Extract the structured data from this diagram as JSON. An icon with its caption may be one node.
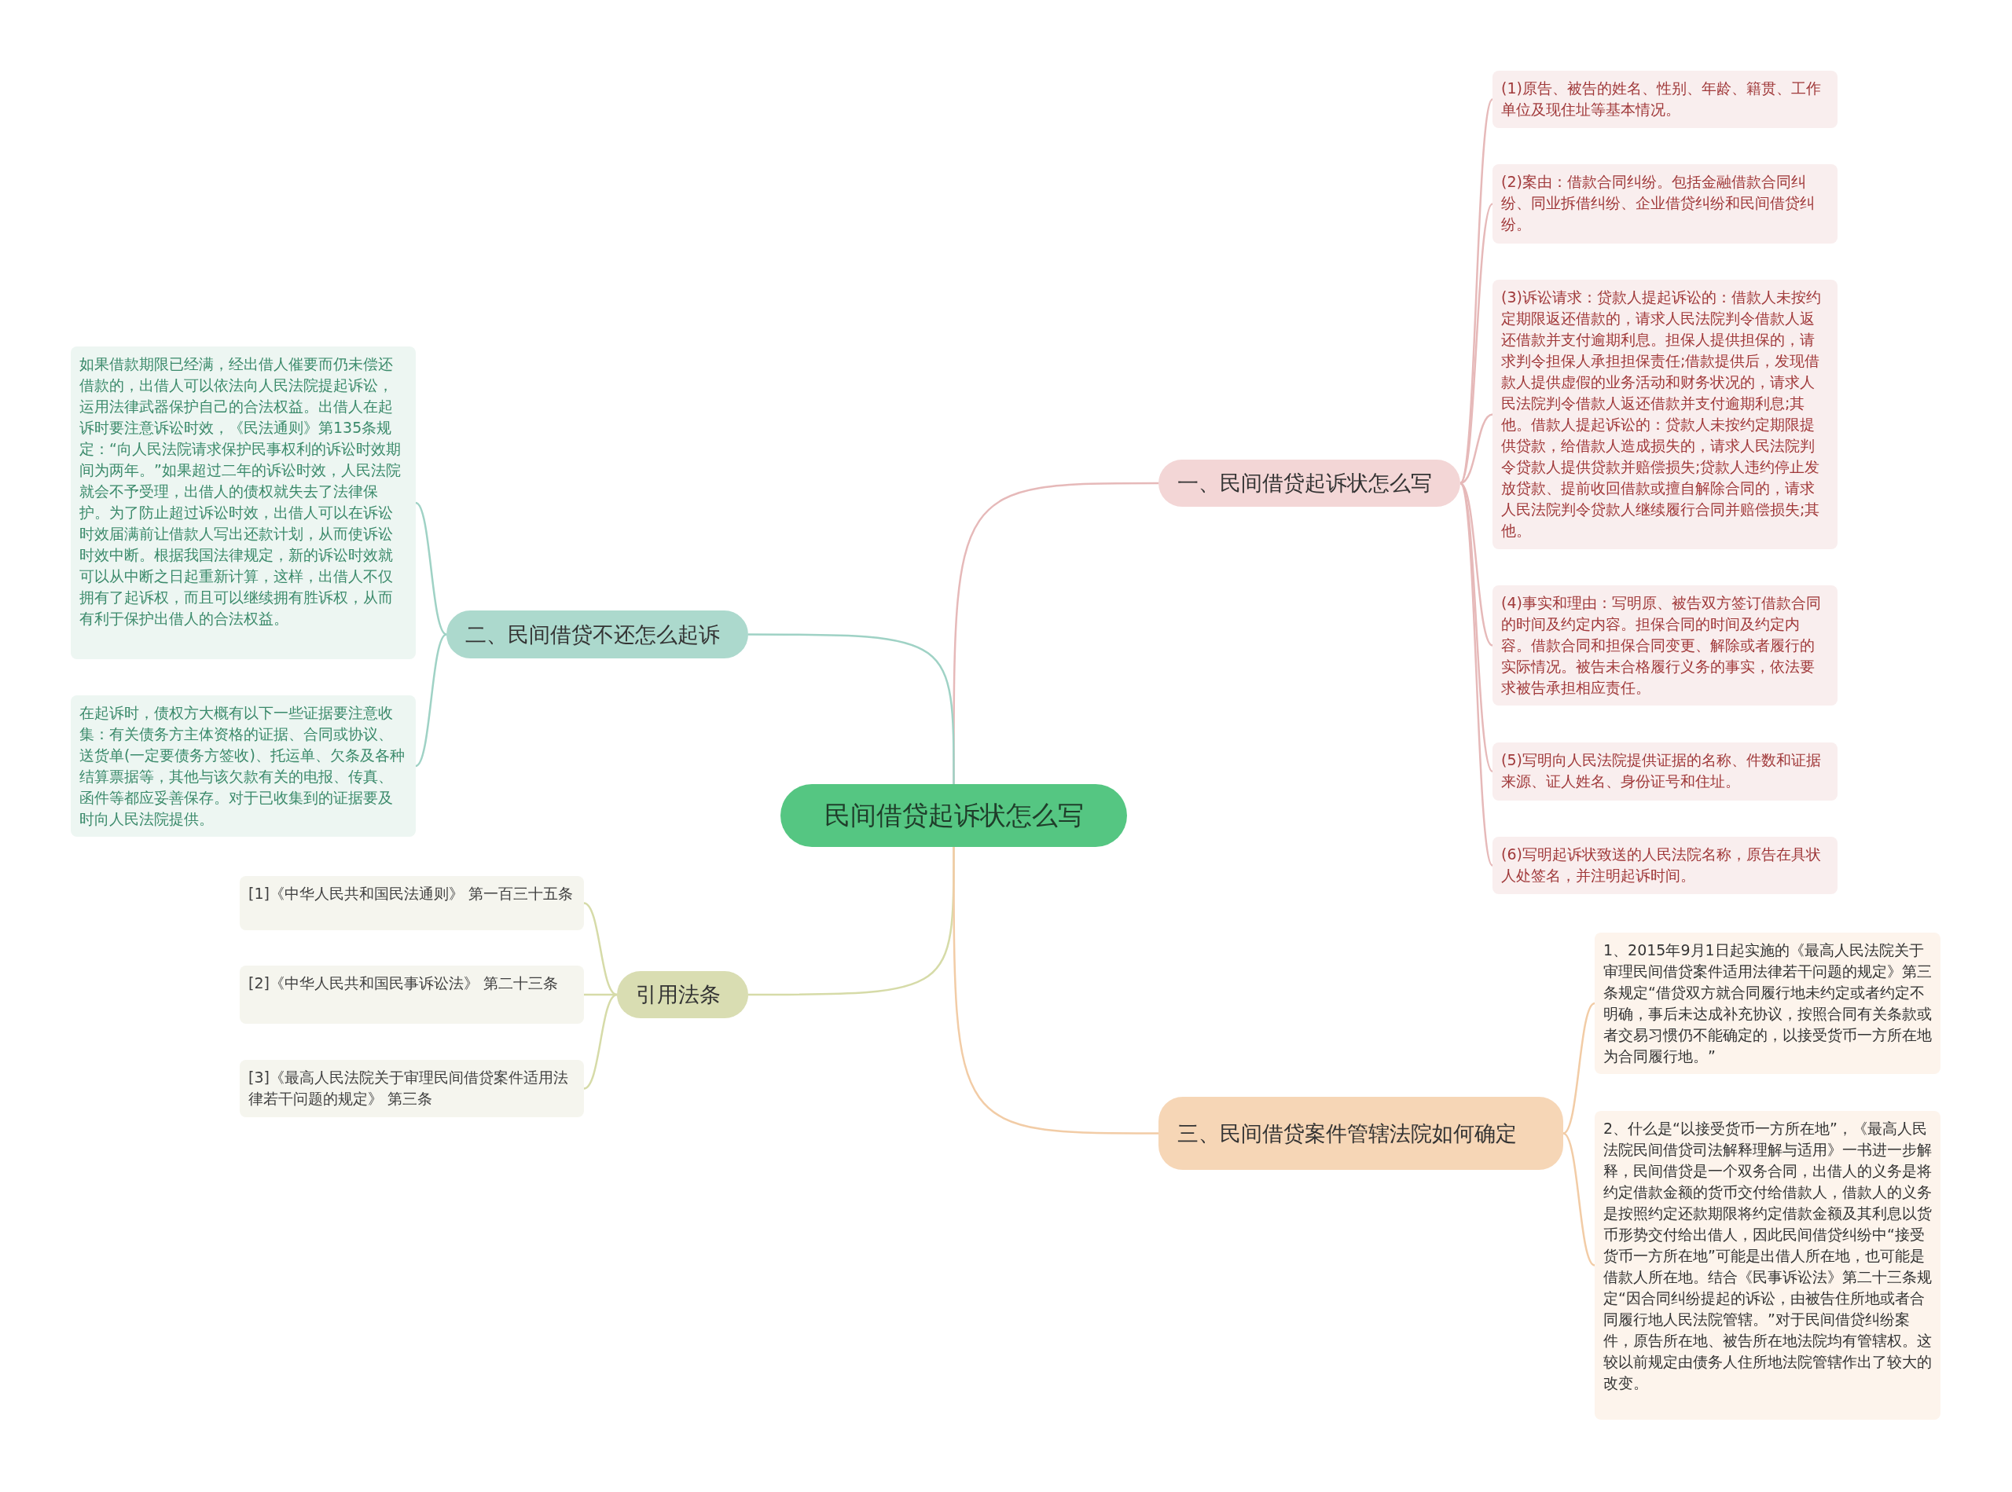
{
  "diagram": {
    "nodes": [
      {
        "text": [
          "民间借贷起诉状怎么写"
        ]
      },
      {
        "text": [
          "一、民间借贷起诉状怎么写"
        ]
      },
      {
        "text": [
          "(1)原告、被告的姓名、性别、年龄、籍贯、工作单位及现住址等基本情况。"
        ]
      },
      {
        "text": [
          "(2)案由：借款合同纠纷。包括金融借款合同纠纷、同业拆借纠纷、企业借贷纠纷和民间借贷纠纷。"
        ]
      },
      {
        "text": [
          "(3)诉讼请求：贷款人提起诉讼的：借款人未按约定期限返还借款的，请求人民法院判令借款人返还借款并支付逾期利息。担保人提供担保的，请求判令担保人承担担保责任;借款提供后，发现借款人提供虚假的业务活动和财务状况的，请求人民法院判令借款人返还借款并支付逾期利息;其他。借款人提起诉讼的：贷款人未按约定期限提供贷款，给借款人造成损失的，请求人民法院判令贷款人提供贷款并赔偿损失;贷款人违约停止发放贷款、提前收回借款或擅自解除合同的，请求人民法院判令贷款人继续履行合同并赔偿损失;其他。"
        ]
      },
      {
        "text": [
          "(4)事实和理由：写明原、被告双方签订借款合同的时间及约定内容。担保合同的时间及约定内容。借款合同和担保合同变更、解除或者履行的实际情况。被告未合格履行义务的事实，依法要求被告承担相应责任。"
        ]
      },
      {
        "text": [
          "(5)写明向人民法院提供证据的名称、件数和证据来源、证人姓名、身份证号和住址。"
        ]
      },
      {
        "text": [
          "(6)写明起诉状致送的人民法院名称，原告在具状人处签名，并注明起诉时间。"
        ]
      },
      {
        "text": [
          "二、民间借贷不还怎么起诉"
        ]
      },
      {
        "text": [
          "如果借款期限已经满，经出借人催要而仍未偿还借款的，出借人可以依法向人民法院提起诉讼，运用法律武器保护自己的合法权益。出借人在起诉时要注意诉讼时效，《民法通则》第135条规定：“向人民法院请求保护民事权利的诉讼时效期间为两年。”如果超过二年的诉讼时效，人民法院就会不予受理，出借人的债权就失去了法律保护。为了防止超过诉讼时效，出借人可以在诉讼时效届满前让借款人写出还款计划，从而使诉讼时效中断。根据我国法律规定，新的诉讼时效就可以从中断之日起重新计算，这样，出借人不仅拥有了起诉权，而且可以继续拥有胜诉权，从而有利于保护出借人的合法权益。"
        ]
      },
      {
        "text": [
          "在起诉时，债权方大概有以下一些证据要注意收集：有关债务方主体资格的证据、合同或协议、送货单(一定要债务方签收)、托运单、欠条及各种结算票据等，其他与该欠款有关的电报、传真、函件等都应妥善保存。对于已收集到的证据要及时向人民法院提供。"
        ]
      },
      {
        "text": [
          "引用法条"
        ]
      },
      {
        "text": [
          "[1]《中华人民共和国民法通则》 第一百三十五条"
        ]
      },
      {
        "text": [
          "[2]《中华人民共和国民事诉讼法》 第二十三条"
        ]
      },
      {
        "text": [
          "[3]《最高人民法院关于审理民间借贷案件适用法律若干问题的规定》 第三条"
        ]
      },
      {
        "text": [
          "三、民间借贷案件管辖法院如何确定"
        ]
      },
      {
        "text": [
          "1、2015年9月1日起实施的《最高人民法院关于审理民间借贷案件适用法律若干问题的规定》第三条规定“借贷双方就合同履行地未约定或者约定不明确，事后未达成补充协议，按照合同有关条款或者交易习惯仍不能确定的，以接受货币一方所在地为合同履行地。”"
        ]
      },
      {
        "text": [
          "2、什么是“以接受货币一方所在地”，《最高人民法院民间借贷司法解释理解与适用》一书进一步解释，民间借贷是一个双务合同，出借人的义务是将约定借款金额的货币交付给借款人，借款人的义务是按照约定还款期限将约定借款金额及其利息以货币形势交付给出借人，因此民间借贷纠纷中“接受货币一方所在地”可能是出借人所在地，也可能是借款人所在地。结合《民事诉讼法》第二十三条规定“因合同纠纷提起的诉讼，由被告住所地或者合同履行地人民法院管辖。”对于民间借贷纠纷案件，原告所在地、被告所在地法院均有管辖权。这较以前规定由债务人住所地法院管辖作出了较大的改变。"
        ]
      }
    ],
    "edges": [
      {
        "from": 0,
        "to": 1,
        "arrow": "none",
        "color": "#e6b9b9"
      },
      {
        "from": 1,
        "to": 2,
        "arrow": "none",
        "color": "#e6b9b9"
      },
      {
        "from": 1,
        "to": 3,
        "arrow": "none",
        "color": "#e6b9b9"
      },
      {
        "from": 1,
        "to": 4,
        "arrow": "none",
        "color": "#e6b9b9"
      },
      {
        "from": 1,
        "to": 5,
        "arrow": "none",
        "color": "#e6b9b9"
      },
      {
        "from": 1,
        "to": 6,
        "arrow": "none",
        "color": "#e6b9b9"
      },
      {
        "from": 1,
        "to": 7,
        "arrow": "none",
        "color": "#e6b9b9"
      },
      {
        "from": 0,
        "to": 8,
        "arrow": "none",
        "color": "#9fd2c5"
      },
      {
        "from": 8,
        "to": 9,
        "arrow": "none",
        "color": "#9fd2c5"
      },
      {
        "from": 8,
        "to": 10,
        "arrow": "none",
        "color": "#9fd2c5"
      },
      {
        "from": 0,
        "to": 11,
        "arrow": "none",
        "color": "#d6dba8"
      },
      {
        "from": 11,
        "to": 12,
        "arrow": "none",
        "color": "#d6dba8"
      },
      {
        "from": 11,
        "to": 13,
        "arrow": "none",
        "color": "#d6dba8"
      },
      {
        "from": 11,
        "to": 14,
        "arrow": "none",
        "color": "#d6dba8"
      },
      {
        "from": 0,
        "to": 15,
        "arrow": "none",
        "color": "#f2cca6"
      },
      {
        "from": 15,
        "to": 16,
        "arrow": "none",
        "color": "#f2cca6"
      },
      {
        "from": 15,
        "to": 17,
        "arrow": "none",
        "color": "#f2cca6"
      }
    ]
  }
}
